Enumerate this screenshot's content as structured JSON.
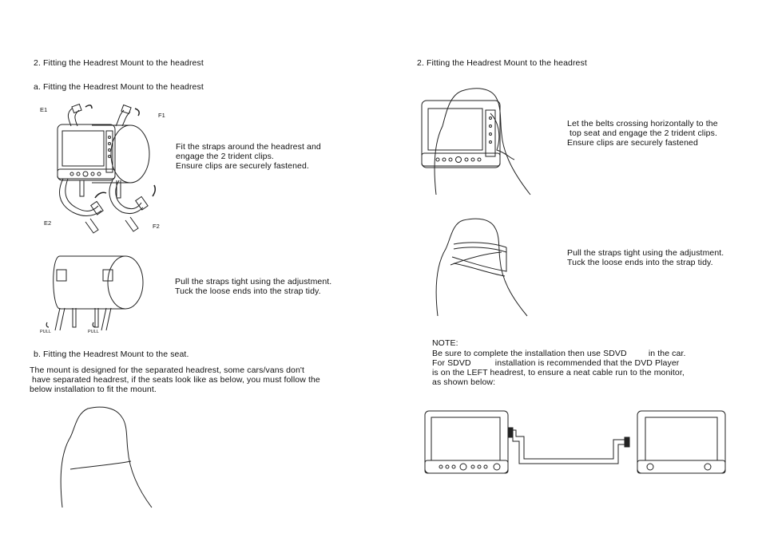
{
  "left": {
    "heading": "2. Fitting the Headrest Mount to the headrest",
    "sub_a": "a. Fitting the Headrest Mount to the headrest",
    "step1_lines": [
      "Fit the straps around the headrest and",
      "engage the 2 trident clips.",
      "Ensure clips are securely fastened."
    ],
    "labels": {
      "e1": "E1",
      "f1": "F1",
      "e2": "E2",
      "f2": "F2"
    },
    "step2_lines": [
      "Pull the straps tight using the adjustment.",
      "Tuck the loose ends into the strap tidy."
    ],
    "pull": "PULL",
    "sub_b": "b. Fitting the Headrest Mount to the seat.",
    "seat_lines": [
      "The mount is designed for the separated headrest, some cars/vans don't",
      " have separated headrest, if the seats look like as below, you must follow the",
      "below installation to fit the mount."
    ]
  },
  "right": {
    "heading": "2. Fitting the Headrest Mount to the headrest",
    "step1_lines": [
      "Let the belts crossing horizontally to the",
      " top seat and engage the 2 trident clips.",
      "Ensure clips are securely fastened"
    ],
    "step2_lines": [
      "Pull the straps tight using the adjustment.",
      "Tuck the loose ends into the strap tidy."
    ],
    "note_title": "NOTE:",
    "note_lines": [
      "Be sure to complete the installation then use SDVD         in the car.",
      "For SDVD          installation is recommended that the DVD Player",
      "is on the LEFT headrest, to ensure a neat cable run to the monitor,",
      "as shown below:"
    ]
  }
}
